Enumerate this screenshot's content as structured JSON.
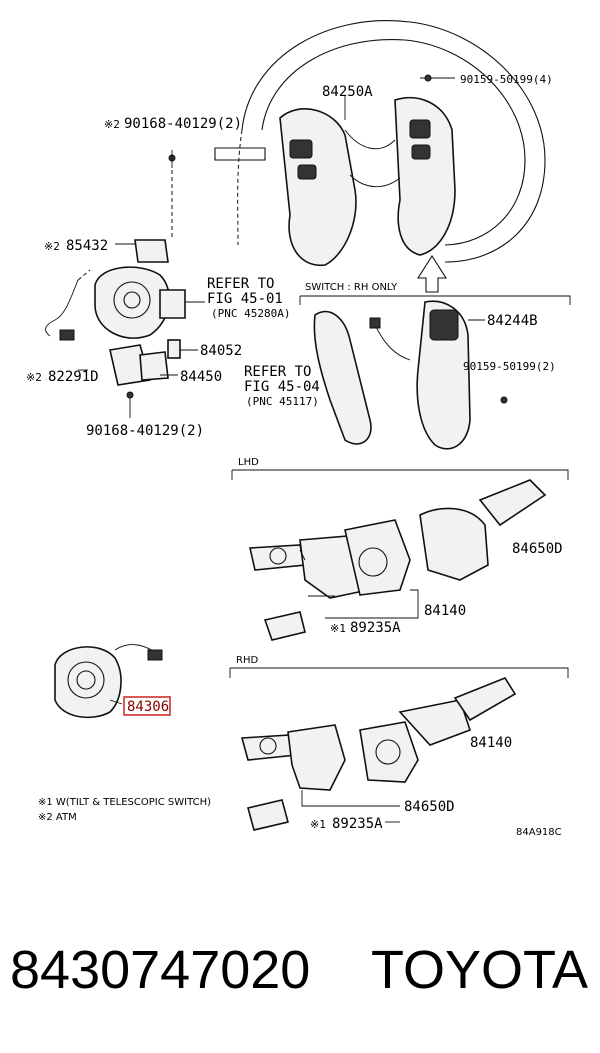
{
  "diagram": {
    "part_labels": {
      "p84250A": "84250A",
      "p90159_4": "90159-50199(4)",
      "p90168_top": "90168-40129(2)",
      "p90168_top_mark": "※2",
      "p85432": "85432",
      "p85432_mark": "※2",
      "p82291D": "82291D",
      "p82291D_mark": "※2",
      "p84052": "84052",
      "p84450": "84450",
      "p90168_bot": "90168-40129(2)",
      "p84244B": "84244B",
      "p90159_2": "90159-50199(2)",
      "p84650D_lhd": "84650D",
      "p84140_lhd": "84140",
      "p89235A_lhd": "89235A",
      "p89235A_lhd_mark": "※1",
      "p84306": "84306",
      "p84140_rhd": "84140",
      "p84650D_rhd": "84650D",
      "p89235A_rhd": "89235A",
      "p89235A_rhd_mark": "※1"
    },
    "refer1": {
      "line1": "REFER TO",
      "line2": "FIG 45-01",
      "line3": "(PNC 45280A)"
    },
    "refer2": {
      "line1": "REFER TO",
      "line2": "FIG 45-04",
      "line3": "(PNC 45117)"
    },
    "sections": {
      "switch_rh": "SWITCH : RH ONLY",
      "lhd": "LHD",
      "rhd": "RHD"
    },
    "notes": [
      "※1 W(TILT & TELESCOPIC SWITCH)",
      "※2 ATM"
    ],
    "figure_code": "84A918C",
    "highlight_color": "#d03030"
  },
  "caption": {
    "part_number": "8430747020",
    "brand": "TOYOTA"
  }
}
